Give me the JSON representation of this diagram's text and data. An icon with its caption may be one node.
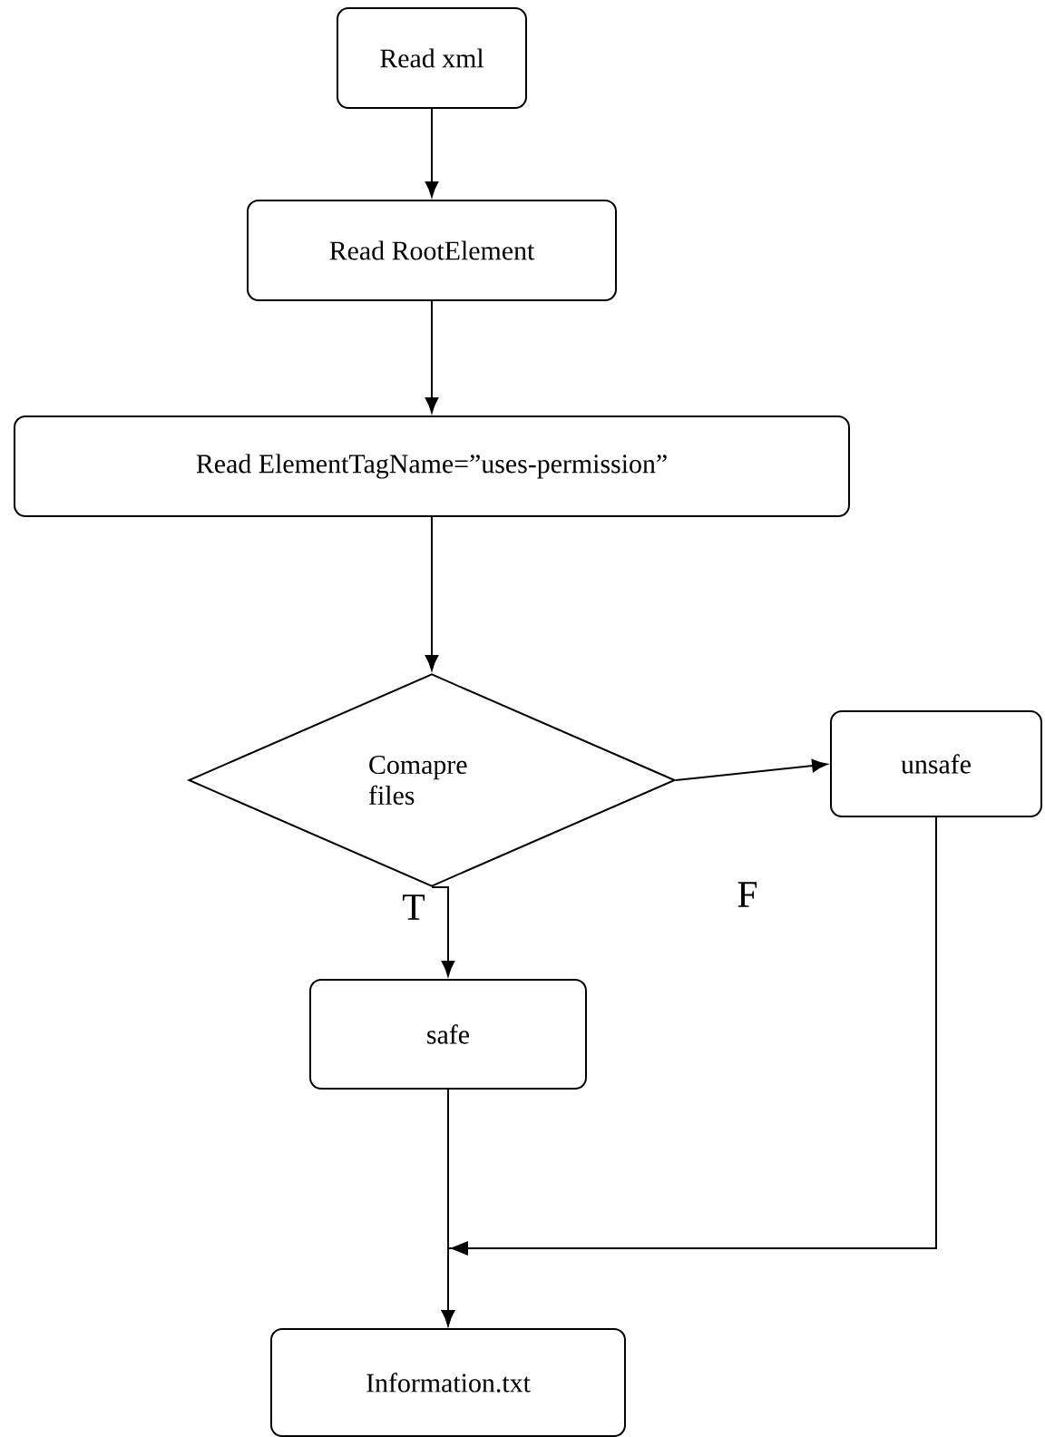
{
  "diagram": {
    "nodes": [
      {
        "text": [
          "Read xml"
        ]
      },
      {
        "text": [
          "Read RootElement"
        ]
      },
      {
        "text": [
          "Read ElementTagName=”uses-permission”"
        ]
      },
      {
        "text": [
          "Comapre files"
        ]
      },
      {
        "text": [
          "unsafe"
        ]
      },
      {
        "text": [
          "safe"
        ]
      },
      {
        "text": [
          "Information.txt"
        ]
      }
    ],
    "edges": [
      {
        "from": 0,
        "to": 1,
        "arrow": "to"
      },
      {
        "from": 1,
        "to": 2,
        "arrow": "to"
      },
      {
        "from": 2,
        "to": 3,
        "arrow": "to"
      },
      {
        "from": 3,
        "to": 4,
        "arrow": "to",
        "label": "F"
      },
      {
        "from": 3,
        "to": 5,
        "arrow": "to",
        "label": "T"
      },
      {
        "from": 5,
        "to": 6,
        "arrow": "to"
      },
      {
        "from": 4,
        "to": 6,
        "arrow": "to"
      }
    ]
  }
}
